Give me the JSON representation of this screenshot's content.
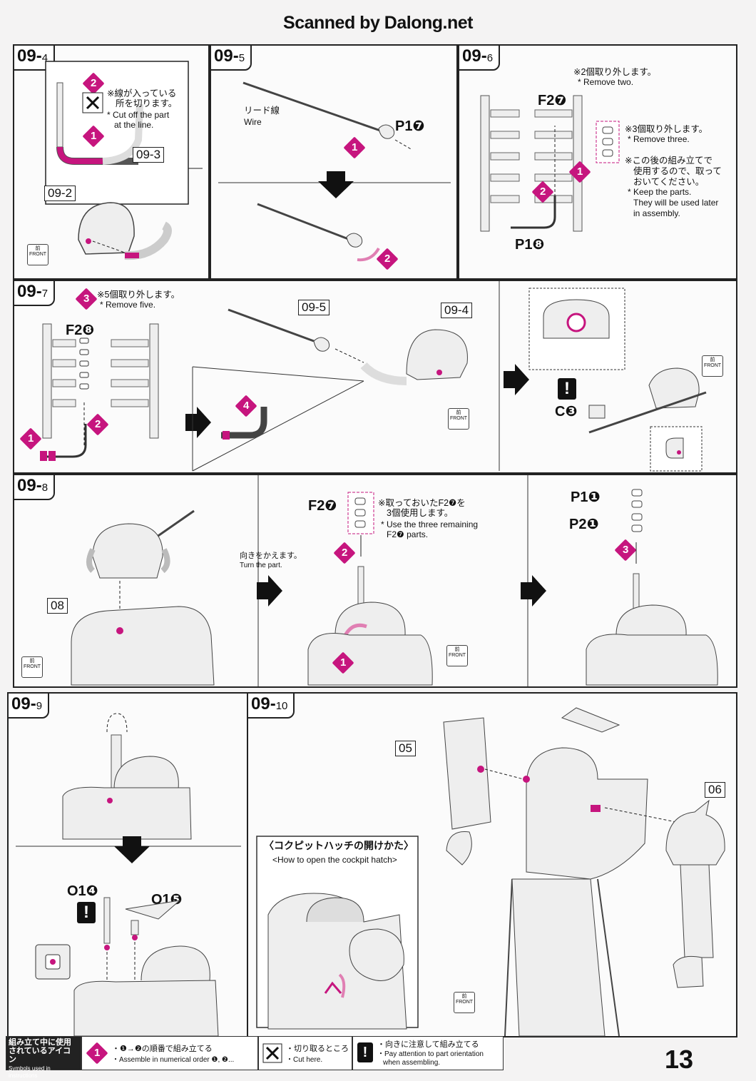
{
  "header": {
    "scan_credit": "Scanned by Dalong.net"
  },
  "steps": {
    "s09_4": {
      "number": "09",
      "sub": "4",
      "note_jp": [
        "※線が入っている",
        "所を切ります。"
      ],
      "note_en": [
        "* Cut off the part",
        "at the line."
      ],
      "ref_a": "09-3",
      "ref_b": "09-2",
      "nums": [
        "2",
        "1"
      ]
    },
    "s09_5": {
      "number": "09",
      "sub": "5",
      "wire_jp": "リード線",
      "wire_en": "Wire",
      "part": "P1❼",
      "nums": [
        "1",
        "2"
      ]
    },
    "s09_6": {
      "number": "09",
      "sub": "6",
      "note1_jp": "※2個取り外します。",
      "note1_en": "* Remove two.",
      "part_top": "F2❼",
      "note2_jp": "※3個取り外します。",
      "note2_en": "* Remove three.",
      "note3_jp": [
        "※この後の組み立てで",
        "使用するので、取って",
        "おいてください。"
      ],
      "note3_en": [
        "* Keep the parts.",
        "They will be used later",
        "in assembly."
      ],
      "part_bottom": "P1❽",
      "nums": [
        "1",
        "2"
      ]
    },
    "s09_7": {
      "number": "09",
      "sub": "7",
      "note_jp": "※5個取り外します。",
      "note_en": "* Remove five.",
      "part": "F2❽",
      "ref_a": "09-5",
      "ref_b": "09-4",
      "part_c": "C❸",
      "nums": [
        "3",
        "2",
        "1",
        "4"
      ]
    },
    "s09_8": {
      "number": "09",
      "sub": "8",
      "ref": "08",
      "turn_jp": "向きをかえます。",
      "turn_en": "Turn the part.",
      "part_f": "F2❼",
      "note_jp": [
        "※取っておいたF2❼を",
        "3個使用します。"
      ],
      "note_en": [
        "* Use the three remaining",
        "F2❼ parts."
      ],
      "part_p1": "P1❶",
      "part_p2": "P2❶",
      "nums": [
        "2",
        "1",
        "3"
      ]
    },
    "s09_9": {
      "number": "09",
      "sub": "9",
      "part_a": "O1❹",
      "part_b": "O1❺"
    },
    "s09_10": {
      "number": "09",
      "sub": "10",
      "ref_a": "05",
      "ref_b": "06",
      "hatch_jp": "〈コクピットハッチの開けかた〉",
      "hatch_en": "<How to open the cockpit hatch>"
    }
  },
  "front_label": {
    "jp": "前",
    "en": "FRONT"
  },
  "legend": {
    "title_jp": [
      "組み立て中に使用",
      "されているアイコン"
    ],
    "title_en": "Symbols used in instructions",
    "order_jp": "・❶→❷の順番で組み立てる",
    "order_en": "・Assemble in numerical order ❶, ❷...",
    "cut_jp": "・切り取るところ",
    "cut_en": "・Cut here.",
    "attn_jp": "・向きに注意して組み立てる",
    "attn_en": [
      "・Pay attention to part orientation",
      "when assembling."
    ]
  },
  "page_number": "13",
  "colors": {
    "accent": "#c6157e",
    "ink": "#111111",
    "paper": "#fbfbfb"
  }
}
